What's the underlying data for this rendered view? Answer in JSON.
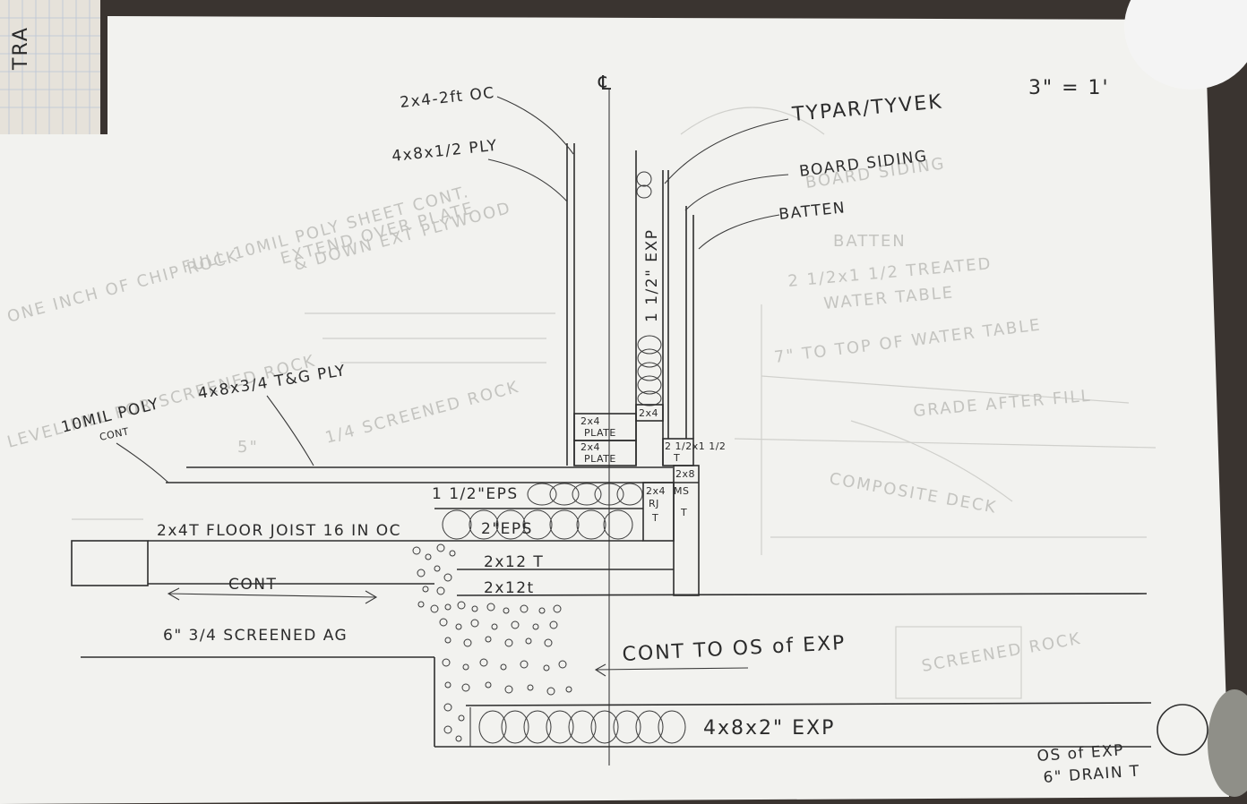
{
  "scale": "3\" = 1'",
  "centerline_symbol": "℄",
  "wall_labels": {
    "stud": "2x4-2ft OC",
    "sheathing": "4x8x1/2 PLY",
    "wrap": "TYPAR/TYVEK",
    "siding": "BOARD SIDING",
    "batten": "BATTEN",
    "cavity": "1 1/2\" EXP"
  },
  "floor_labels": {
    "subfloor": "4x8x3/4 T&G PLY",
    "poly_1": "10MIL POLY",
    "poly_2": "CONT",
    "joist": "2x4T FLOOR JOIST 16 IN OC",
    "eps_top": "1 1/2\"EPS",
    "eps_bot": "2\"EPS",
    "cont": "CONT",
    "aggregate": "6\" 3/4 SCREENED AG"
  },
  "blocks": {
    "plate_top": [
      "2x4",
      "PLATE"
    ],
    "plate_bot": [
      "2x4",
      "PLATE"
    ],
    "stud_small": "2x4",
    "rim": [
      "2x4",
      "RJ",
      "T"
    ],
    "ms": [
      "2x8",
      "MS",
      "T"
    ],
    "trim": [
      "2 1/2x1 1/2",
      "T"
    ],
    "beam_top": "2x12 T",
    "beam_bot": "2x12t"
  },
  "footing_labels": {
    "cont_exp": "CONT TO OS of EXP",
    "board_exp": "4x8x2\" EXP",
    "drain_1": "OS of EXP",
    "drain_2": "6\" DRAIN T"
  },
  "ghost_notes": [
    "FULL 10MIL POLY SHEET CONT.",
    "EXTEND OVER PLATE",
    "& DOWN EXT PLYWOOD",
    "ONE INCH OF CHIP ROCK",
    "LEVEL FILL FOR SCREENED ROCK",
    "BOARD SIDING",
    "BATTEN",
    "2 1/2x1 1/2 TREATED",
    "WATER TABLE",
    "7\" TO TOP OF WATER TABLE",
    "GRADE AFTER FILL",
    "COMPOSITE DECK",
    "SCREENED ROCK",
    "1/4 SCREENED ROCK",
    "5\""
  ],
  "corner_fragment": "TRA"
}
